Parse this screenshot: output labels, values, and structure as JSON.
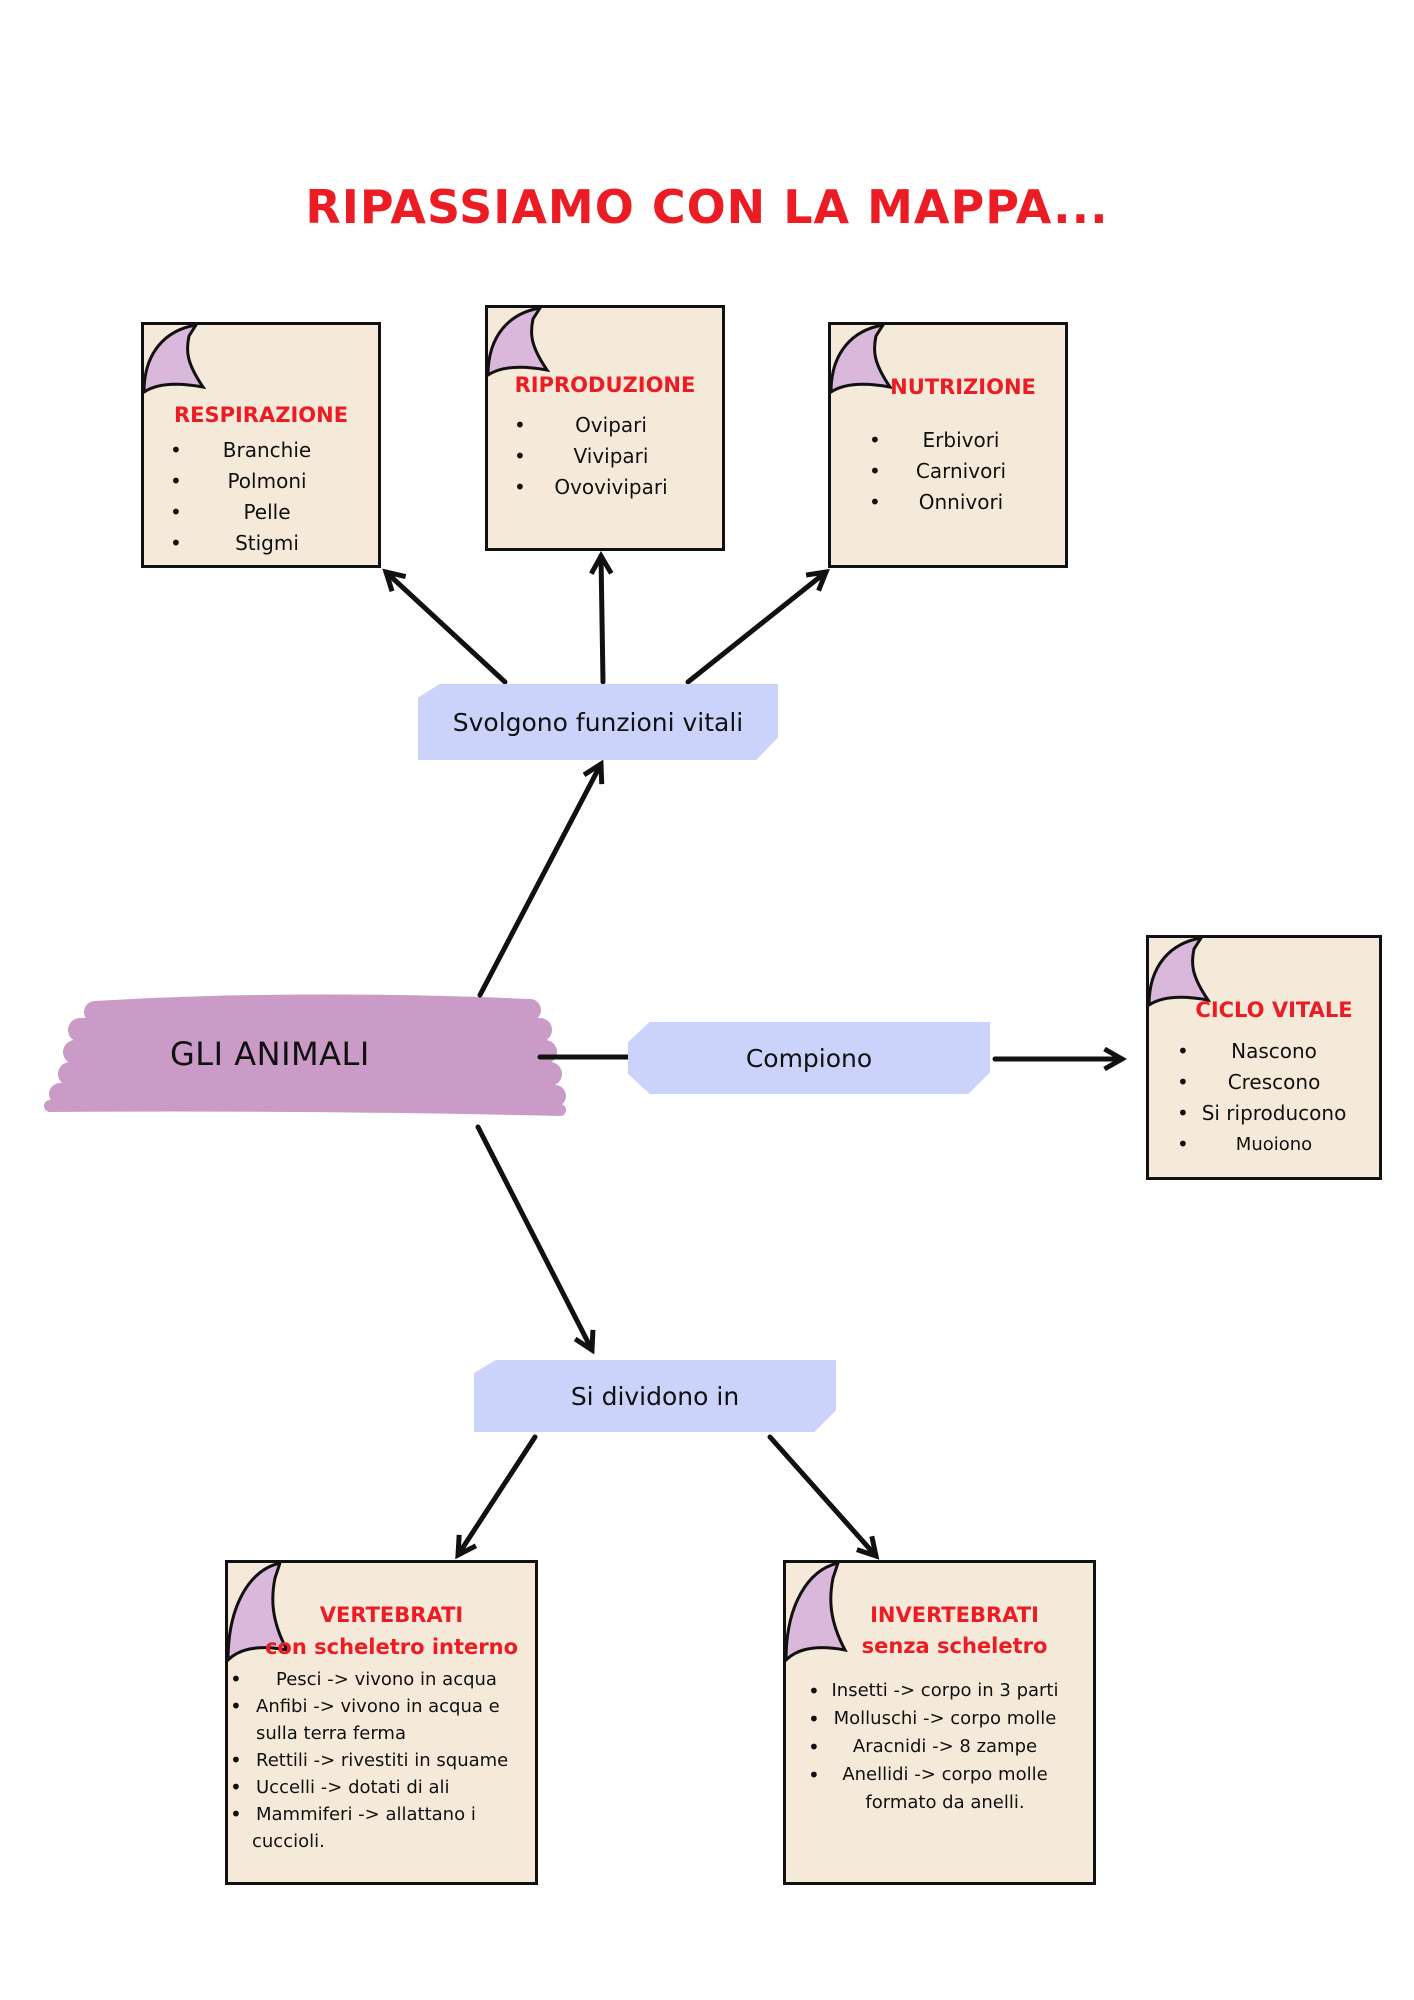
{
  "title": "RIPASSIAMO CON LA MAPPA...",
  "center": {
    "label": "GLI ANIMALI"
  },
  "connectors": {
    "svolgono": "Svolgono funzioni vitali",
    "compiono": "Compiono",
    "dividono": "Si dividono in"
  },
  "cards": {
    "respirazione": {
      "title": "RESPIRAZIONE",
      "items": [
        "Branchie",
        "Polmoni",
        "Pelle",
        "Stigmi"
      ]
    },
    "riproduzione": {
      "title": "RIPRODUZIONE",
      "items": [
        "Ovipari",
        "Vivipari",
        "Ovovivipari"
      ]
    },
    "nutrizione": {
      "title": "NUTRIZIONE",
      "items": [
        "Erbivori",
        "Carnivori",
        "Onnivori"
      ]
    },
    "ciclo_vitale": {
      "title": "CICLO VITALE",
      "items": [
        "Nascono",
        "Crescono",
        "Si riproducono",
        "Muoiono"
      ]
    },
    "vertebrati": {
      "title": "VERTEBRATI",
      "subtitle": "con scheletro interno",
      "items": [
        "Pesci -> vivono in acqua",
        "Anfibi -> vivono in acqua e",
        "sulla terra ferma",
        "Rettili -> rivestiti in squame",
        "Uccelli -> dotati di ali",
        "Mammiferi -> allattano i",
        "cuccioli."
      ]
    },
    "invertebrati": {
      "title": "INVERTEBRATI",
      "subtitle": "senza scheletro",
      "items": [
        "Insetti -> corpo in 3 parti",
        "Molluschi -> corpo molle",
        "Aracnidi -> 8 zampe",
        "Anellidi -> corpo molle",
        "formato da anelli."
      ]
    }
  },
  "colors": {
    "title_red": "#ec1c24",
    "card_bg": "#f5ead9",
    "fold_purple": "#d9b8dc",
    "pill_blue": "#ccd3fb",
    "highlight_purple": "#c99bc6"
  }
}
